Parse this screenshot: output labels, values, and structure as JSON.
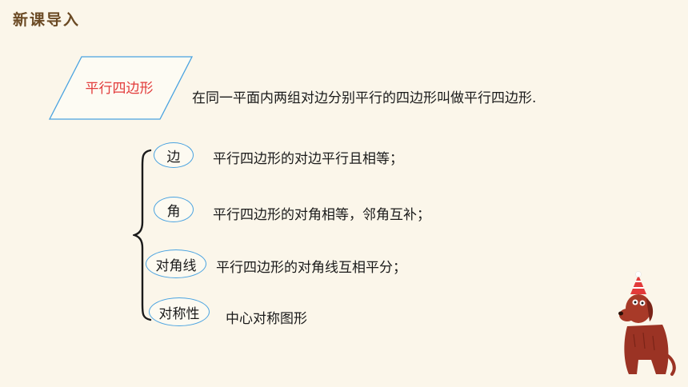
{
  "header": {
    "title": "新课导入"
  },
  "definition": {
    "term": "平行四边形",
    "text": "在同一平面内两组对边分别平行的四边形叫做平行四边形."
  },
  "properties": [
    {
      "label": "边",
      "text": "平行四边形的对边平行且相等；"
    },
    {
      "label": "角",
      "text": "平行四边形的对角相等，邻角互补；"
    },
    {
      "label": "对角线",
      "text": "平行四边形的对角线互相平分；"
    },
    {
      "label": "对称性",
      "text": "中心对称图形"
    }
  ],
  "colors": {
    "header": "#6b4a24",
    "term": "#e23a3a",
    "shape_border": "#4aa3e0",
    "background": "#fbf6ea"
  }
}
